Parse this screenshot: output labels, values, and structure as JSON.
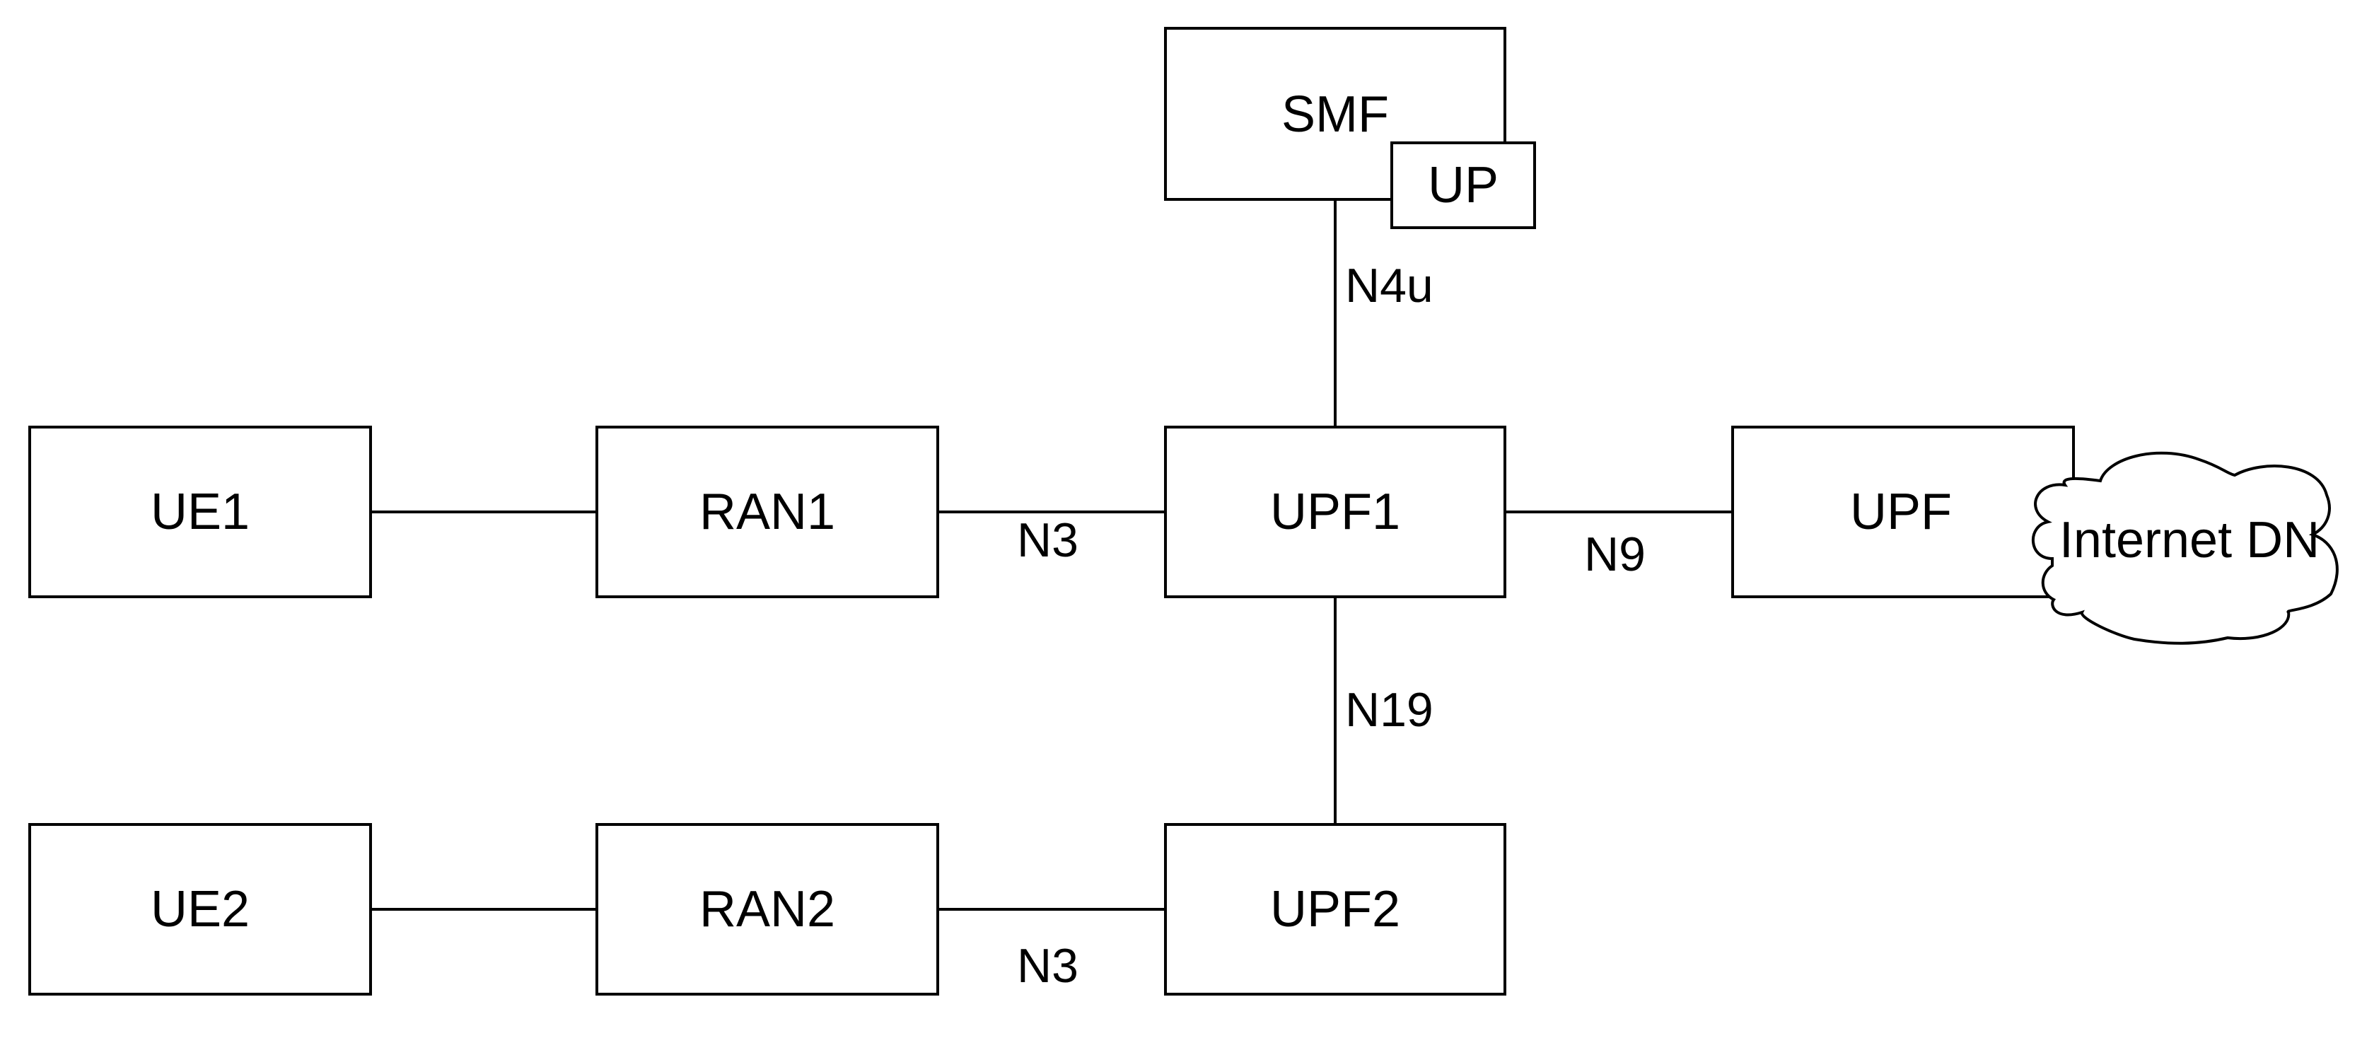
{
  "nodes": {
    "smf": "SMF",
    "up": "UP",
    "ue1": "UE1",
    "ran1": "RAN1",
    "upf1": "UPF1",
    "upf": "UPF",
    "internet_dn": "Internet DN",
    "ue2": "UE2",
    "ran2": "RAN2",
    "upf2": "UPF2"
  },
  "interfaces": {
    "smf_upf1": "N4u",
    "ran1_upf1": "N3",
    "upf1_upf": "N9",
    "upf1_upf2": "N19",
    "ran2_upf2": "N3"
  },
  "colors": {
    "stroke": "#000000",
    "fill": "#ffffff"
  }
}
